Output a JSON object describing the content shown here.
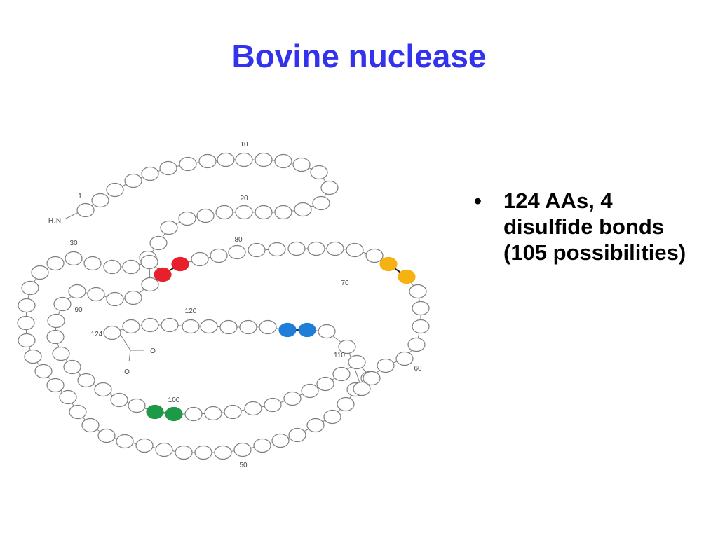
{
  "slide": {
    "title": "Bovine nuclease",
    "bullet": "124 AAs, 4 disulfide bonds (105 possibilities)"
  },
  "diagram": {
    "n_terminus": "H₂N",
    "position_labels": [
      "1",
      "10",
      "20",
      "30",
      "50",
      "60",
      "70",
      "80",
      "90",
      "100",
      "110",
      "120",
      "124"
    ],
    "carboxyl_labels": [
      "O",
      "O"
    ],
    "colors": {
      "title": "#3333ee",
      "residue_fill": "#ffffff",
      "residue_stroke": "#7f7f7f",
      "disulfide_red": "#e8202c",
      "disulfide_orange": "#f5b212",
      "disulfide_blue": "#1f7fd8",
      "disulfide_green": "#1d9a47"
    }
  }
}
